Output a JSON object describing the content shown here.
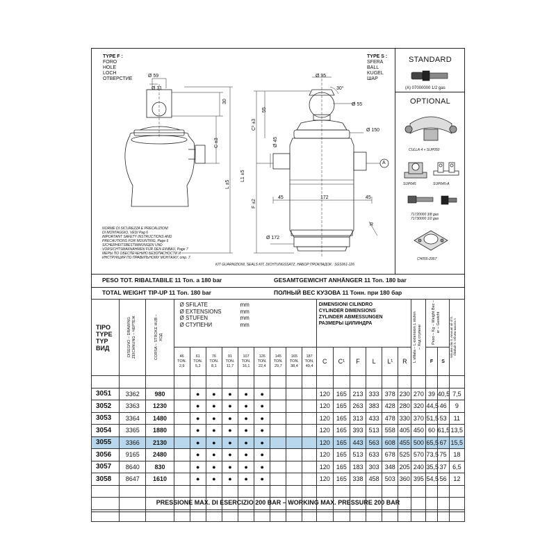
{
  "drawing": {
    "type_f": [
      "TYPE F :",
      "FORO",
      "HOLE",
      "LOCH",
      "ОТВЕРСТИЕ"
    ],
    "type_s": [
      "TYPE S :",
      "SFERA",
      "BALL",
      "KUGEL",
      "ШАР"
    ],
    "dims": {
      "d59": "Ø 59",
      "d31": "Ø 31",
      "d30": "30",
      "dC": "C ±3",
      "dL": "L ±5",
      "dCt": "C¹ ±3",
      "dL1": "L1 ±5",
      "dF": "F ±2",
      "d95": "Ø 95",
      "d30deg": "30°",
      "d55_top": "55",
      "d55": "Ø 55",
      "d150": "Ø 150",
      "d45v": "Ø 45",
      "d45a": "45",
      "d172h": "172",
      "d45b": "45",
      "d172": "Ø 172",
      "dR": "R",
      "dA": "A"
    },
    "safety_notes": [
      "NORME DI SICUREZZA E PRECAUZIONI",
      "DI MONTAGGIO, VEDI Pag 6",
      "IMPORTANT SAFETY INSTRUCTIONS AND",
      "PRECAUTIONS FOR MOUNTING, Page 6",
      "SICHERHEITSBESTIMMUNGEN UND",
      "VORSICHTSMAßNAHMEN FÜR DEN EINBAU, Page 7",
      "МЕРЫ ПО ОБЕСПЕЧЕНИЮ БЕЗОПАСНОСТИ И",
      "ИНСТРУКЦИЯ ПО ПРАВИЛЬНОМУ МОНТАЖУ, стр. 7"
    ],
    "kit_note": "KIT GUARNIZIONI, SEALS KIT, DICHTUNGSSATZ, НАБОР ПРОКЛАДОК : SGS061-126"
  },
  "side": {
    "standard_title": "STANDARD",
    "standard_part": "(A) 07000000 1/2 gas",
    "optional_title": "OPTIONAL",
    "culla": "CULLA 4 + SUP050",
    "sup045": "SUP045",
    "sup045a": "SUP045-A",
    "part1": "71720000 3/8 gas",
    "part2": "71730000 1/2 gas",
    "ch": "CH055-2957"
  },
  "weights": {
    "l1": "PESO TOT. RIBALTABILE  11 Ton. a 180 bar",
    "l2": "TOTAL WEIGHT TIP-UP  11 Ton. 180 bar",
    "r1": "GESAMTGEWICHT ANHÄNGER  11  Ton. 180 bar",
    "r2": "ПОЛНЫЙ ВЕС КУЗОВА 11  Тонн. при 180 бар"
  },
  "table": {
    "tipo": [
      "TIPO",
      "TYPE",
      "TYP",
      "ВИД"
    ],
    "drawing_hdr": "DISEGNO – DRAWING ZEICHNUNG – ЧЕРТЕЖ",
    "stroke_hdr": "CORSA – STROKE HUB – ХОД",
    "ext_hdr": [
      "Ø SFILATE",
      "Ø EXTENSIONS",
      "Ø STUFEN",
      "Ø СТУПЕНИ"
    ],
    "mm": "mm",
    "dims_hdr": [
      "DIMENSIONI CILINDRO",
      "CYLINDER DIMENSIONS",
      "ZYLINDER ABMESSUNGEN",
      "РАЗМЕРЫ ЦИЛИНДРА"
    ],
    "ext_hdr_right": "L sfilata – L extension L stufen – Ход ступени",
    "weight_hdr": "Peso – Kg – Weight Вес – кг – Gewicht",
    "vol_hdr": "Volume olio lt. Amount oil of lt. Ölinhalt lt. Объём масла л",
    "stages": [
      {
        "d": "46",
        "ton": "TON.",
        "v": "2,9"
      },
      {
        "d": "61",
        "ton": "TON.",
        "v": "5,2"
      },
      {
        "d": "76",
        "ton": "TON.",
        "v": "8,1"
      },
      {
        "d": "91",
        "ton": "TON.",
        "v": "11,7"
      },
      {
        "d": "107",
        "ton": "TON.",
        "v": "16,1"
      },
      {
        "d": "126",
        "ton": "TON.",
        "v": "22,4"
      },
      {
        "d": "145",
        "ton": "TON.",
        "v": "29,7"
      },
      {
        "d": "165",
        "ton": "TON.",
        "v": "38,4"
      },
      {
        "d": "187",
        "ton": "TON.",
        "v": "49,4"
      }
    ],
    "dim_cols": [
      "C",
      "C¹",
      "F",
      "L",
      "L¹",
      "R"
    ],
    "fs": [
      "F",
      "S"
    ],
    "rows": [
      {
        "type": "3051",
        "drawing": "3362",
        "stroke": "980",
        "stages": [
          false,
          true,
          true,
          true,
          true,
          true,
          false,
          false,
          false
        ],
        "C": "120",
        "C1": "165",
        "F": "213",
        "L": "333",
        "L1": "378",
        "R": "230",
        "ext": "270",
        "wF": "39",
        "wS": "40,5",
        "vol": "7,5"
      },
      {
        "type": "3052",
        "drawing": "3363",
        "stroke": "1230",
        "stages": [
          false,
          true,
          true,
          true,
          true,
          true,
          false,
          false,
          false
        ],
        "C": "120",
        "C1": "165",
        "F": "263",
        "L": "383",
        "L1": "428",
        "R": "280",
        "ext": "320",
        "wF": "44,5",
        "wS": "46",
        "vol": "9"
      },
      {
        "type": "3053",
        "drawing": "3364",
        "stroke": "1480",
        "stages": [
          false,
          true,
          true,
          true,
          true,
          true,
          false,
          false,
          false
        ],
        "C": "120",
        "C1": "165",
        "F": "313",
        "L": "433",
        "L1": "478",
        "R": "330",
        "ext": "370",
        "wF": "51,5",
        "wS": "53",
        "vol": "11"
      },
      {
        "type": "3054",
        "drawing": "3365",
        "stroke": "1880",
        "stages": [
          false,
          true,
          true,
          true,
          true,
          true,
          false,
          false,
          false
        ],
        "C": "120",
        "C1": "165",
        "F": "393",
        "L": "513",
        "L1": "558",
        "R": "405",
        "ext": "450",
        "wF": "60",
        "wS": "61,5",
        "vol": "13,5"
      },
      {
        "type": "3055",
        "drawing": "3366",
        "stroke": "2130",
        "stages": [
          false,
          true,
          true,
          true,
          true,
          true,
          false,
          false,
          false
        ],
        "C": "120",
        "C1": "165",
        "F": "443",
        "L": "563",
        "L1": "608",
        "R": "455",
        "ext": "500",
        "wF": "65,5",
        "wS": "67",
        "vol": "15,5",
        "selected": true
      },
      {
        "type": "3056",
        "drawing": "9165",
        "stroke": "2480",
        "stages": [
          false,
          true,
          true,
          true,
          true,
          true,
          false,
          false,
          false
        ],
        "C": "120",
        "C1": "165",
        "F": "513",
        "L": "633",
        "L1": "678",
        "R": "525",
        "ext": "570",
        "wF": "73,5",
        "wS": "75",
        "vol": "18"
      },
      {
        "type": "3057",
        "drawing": "8640",
        "stroke": "830",
        "stages": [
          false,
          true,
          true,
          true,
          true,
          true,
          false,
          false,
          false
        ],
        "C": "120",
        "C1": "165",
        "F": "183",
        "L": "303",
        "L1": "348",
        "R": "205",
        "ext": "240",
        "wF": "35,5",
        "wS": "37",
        "vol": "6,5"
      },
      {
        "type": "3058",
        "drawing": "8647",
        "stroke": "1610",
        "stages": [
          false,
          true,
          true,
          true,
          true,
          true,
          false,
          false,
          false
        ],
        "C": "120",
        "C1": "165",
        "F": "338",
        "L": "458",
        "L1": "503",
        "R": "360",
        "ext": "395",
        "wF": "54,5",
        "wS": "56",
        "vol": "12"
      }
    ],
    "dot": "●"
  },
  "footer": "PRESSIONE MAX. DI ESERCIZIO 200 BAR – WORKING MAX. PRESSURE 200 BAR"
}
